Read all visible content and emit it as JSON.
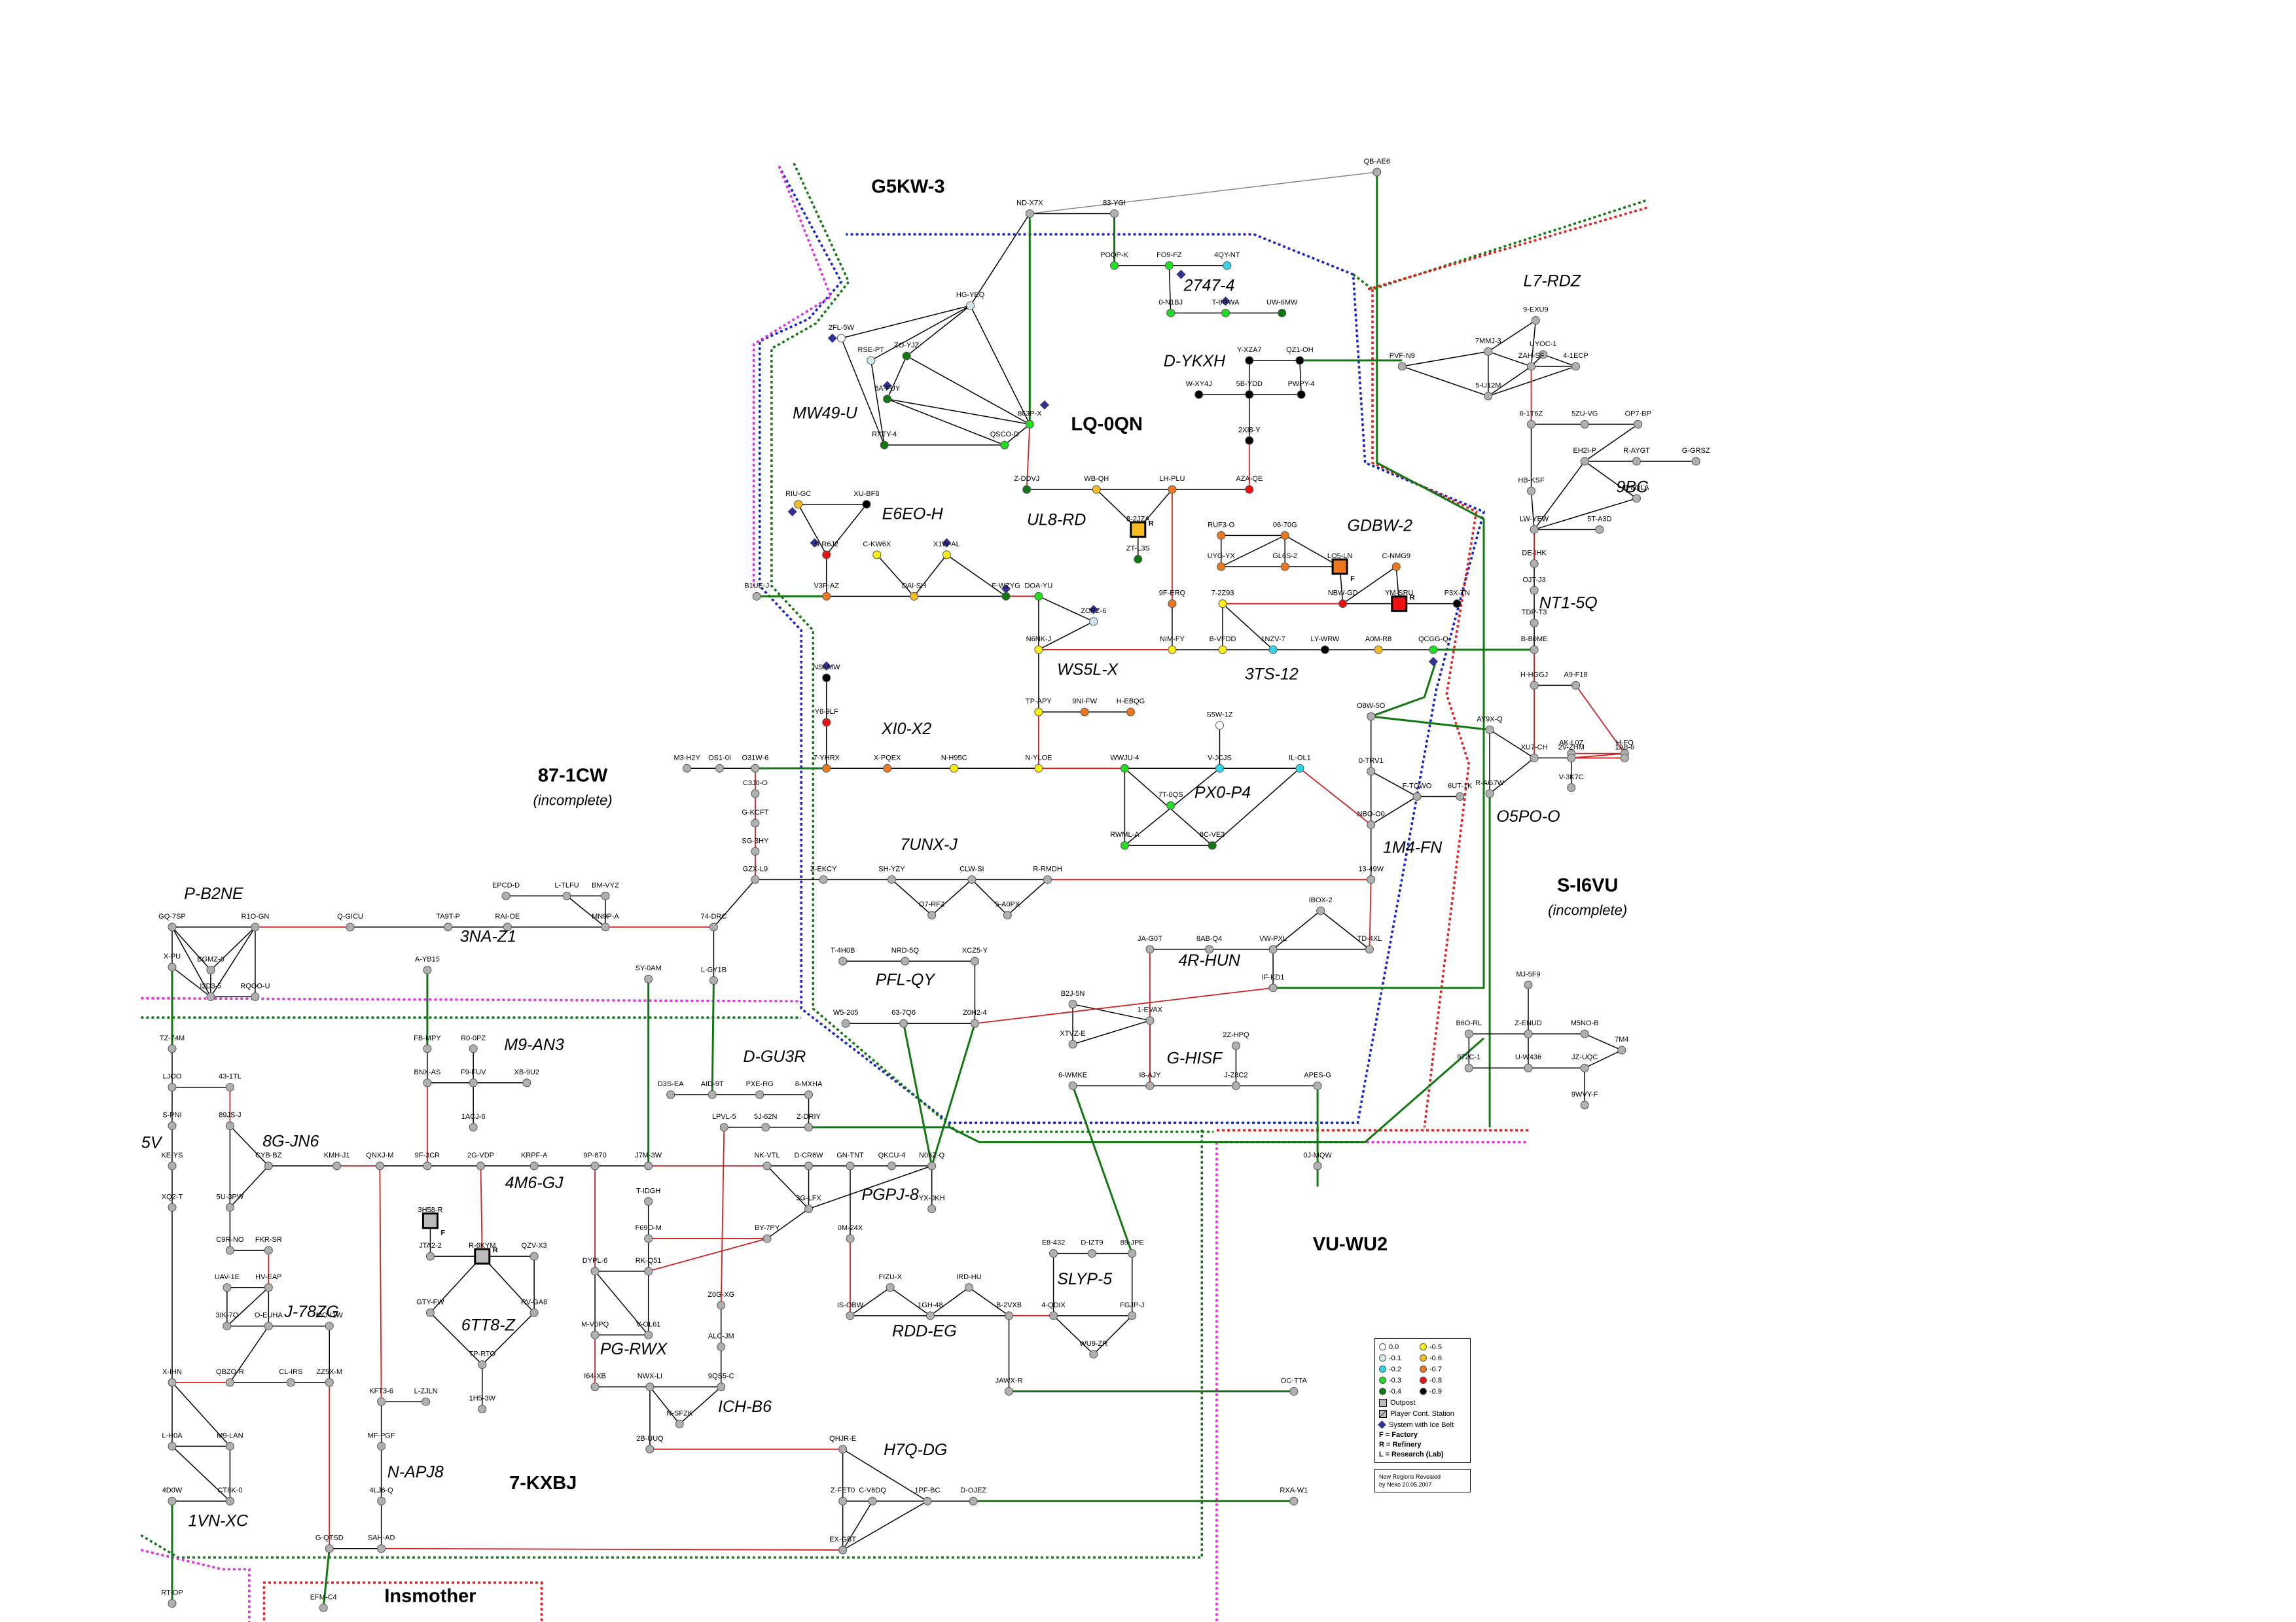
{
  "title": "New Regions Revealed",
  "credit": [
    "New Regions Revealed",
    "by Neko 20.05.2007"
  ],
  "regions": [
    {
      "id": "g5kw",
      "name": "G5KW-3",
      "sub": ""
    },
    {
      "id": "lq0qn",
      "name": "LQ-0QN",
      "sub": ""
    },
    {
      "id": "871cw",
      "name": "87-1CW",
      "sub": "(incomplete)"
    },
    {
      "id": "si6vu",
      "name": "S-I6VU",
      "sub": "(incomplete)"
    },
    {
      "id": "vuwu2",
      "name": "VU-WU2",
      "sub": ""
    },
    {
      "id": "7kxbj",
      "name": "7-KXBJ",
      "sub": ""
    },
    {
      "id": "insm",
      "name": "Insmother",
      "sub": ""
    }
  ],
  "constellations": [
    "MW49-U",
    "2747-4",
    "D-YKXH",
    "L7-RDZ",
    "UL8-RD",
    "E6EO-H",
    "GDBW-2",
    "9BC",
    "NT1-5Q",
    "WS5L-X",
    "3TS-12",
    "XI0-X2",
    "PX0-P4",
    "O5PO-O",
    "1M4-FN",
    "7UNX-J",
    "P-B2NE",
    "3NA-Z1",
    "PFL-QY",
    "4R-HUN",
    "M9-AN3",
    "D-GU3R",
    "G-HISF",
    "8G-JN6",
    "4M6-GJ",
    "PGPJ-8",
    "5V",
    "6TT8-Z",
    "SLYP-5",
    "J-78ZG",
    "PG-RWX",
    "RDD-EG",
    "ICH-B6",
    "N-APJ8",
    "H7Q-DG",
    "1VN-XC"
  ],
  "systems": [
    {
      "n": "ND-X7X",
      "sec": "none"
    },
    {
      "n": "83-YGI",
      "sec": "none"
    },
    {
      "n": "QB-AE6",
      "sec": "none"
    },
    {
      "n": "POQP-K",
      "sec": "-0.3"
    },
    {
      "n": "FO9-FZ",
      "sec": "-0.3"
    },
    {
      "n": "4QY-NT",
      "sec": "-0.2"
    },
    {
      "n": "0-N1BJ",
      "sec": "-0.3"
    },
    {
      "n": "T-8GWA",
      "sec": "-0.3"
    },
    {
      "n": "UW-6MW",
      "sec": "-0.4"
    },
    {
      "n": "HG-YEQ",
      "sec": "-0.1"
    },
    {
      "n": "2FL-5W",
      "sec": "0.0"
    },
    {
      "n": "RSE-PT",
      "sec": "-0.1"
    },
    {
      "n": "ZO-YJZ",
      "sec": "-0.4"
    },
    {
      "n": "6A-FUY",
      "sec": "-0.4"
    },
    {
      "n": "863P-X",
      "sec": "-0.3"
    },
    {
      "n": "RXTY-4",
      "sec": "-0.4"
    },
    {
      "n": "QSCO-D",
      "sec": "-0.3"
    },
    {
      "n": "Y-XZA7",
      "sec": "-0.9"
    },
    {
      "n": "QZ1-OH",
      "sec": "-0.9"
    },
    {
      "n": "W-XY4J",
      "sec": "-0.9"
    },
    {
      "n": "5B-YDD",
      "sec": "-0.9"
    },
    {
      "n": "PWPY-4",
      "sec": "-0.9"
    },
    {
      "n": "2XI8-Y",
      "sec": "-0.9"
    },
    {
      "n": "Z-DDVJ",
      "sec": "-0.4"
    },
    {
      "n": "WB-QH",
      "sec": "-0.6"
    },
    {
      "n": "LH-PLU",
      "sec": "-0.7"
    },
    {
      "n": "AZA-QE",
      "sec": "-0.8"
    },
    {
      "n": "8-2JZA",
      "sec": "-0.6"
    },
    {
      "n": "ZT-L3S",
      "sec": "-0.4"
    },
    {
      "n": "9-EXU9",
      "sec": "none"
    },
    {
      "n": "7MMJ-3",
      "sec": "none"
    },
    {
      "n": "UYOC-1",
      "sec": "none"
    },
    {
      "n": "PVF-N9",
      "sec": "none"
    },
    {
      "n": "ZAH-SF",
      "sec": "none"
    },
    {
      "n": "4-1ECP",
      "sec": "none"
    },
    {
      "n": "5-U12M",
      "sec": "none"
    },
    {
      "n": "6-1T6Z",
      "sec": "none"
    },
    {
      "n": "5ZU-VG",
      "sec": "none"
    },
    {
      "n": "OP7-BP",
      "sec": "none"
    },
    {
      "n": "EH2I-P",
      "sec": "none"
    },
    {
      "n": "R-AYGT",
      "sec": "none"
    },
    {
      "n": "G-GRSZ",
      "sec": "none"
    },
    {
      "n": "HB-KSF",
      "sec": "none"
    },
    {
      "n": "6-8QLA",
      "sec": "none"
    },
    {
      "n": "LW-YEW",
      "sec": "none"
    },
    {
      "n": "5T-A3D",
      "sec": "none"
    },
    {
      "n": "RIU-GC",
      "sec": "-0.6"
    },
    {
      "n": "XU-BF8",
      "sec": "-0.9"
    },
    {
      "n": "S-R6J2",
      "sec": "-0.8"
    },
    {
      "n": "C-KW6X",
      "sec": "-0.5"
    },
    {
      "n": "X1W-AL",
      "sec": "-0.5"
    },
    {
      "n": "B1UE-J",
      "sec": "none"
    },
    {
      "n": "V3P-AZ",
      "sec": "-0.7"
    },
    {
      "n": "DAI-SH",
      "sec": "-0.6"
    },
    {
      "n": "F-WZYG",
      "sec": "-0.4"
    },
    {
      "n": "DOA-YU",
      "sec": "-0.3"
    },
    {
      "n": "ZOPZ-6",
      "sec": "-0.1"
    },
    {
      "n": "N6NK-J",
      "sec": "-0.5"
    },
    {
      "n": "RUF3-O",
      "sec": "-0.7"
    },
    {
      "n": "06-70G",
      "sec": "-0.7"
    },
    {
      "n": "UYG-YX",
      "sec": "-0.7"
    },
    {
      "n": "GL6S-2",
      "sec": "-0.7"
    },
    {
      "n": "LO5-LN",
      "sec": "-0.7"
    },
    {
      "n": "C-NMG9",
      "sec": "-0.7"
    },
    {
      "n": "7-2Z93",
      "sec": "-0.5"
    },
    {
      "n": "NBW-GD",
      "sec": "-0.8"
    },
    {
      "n": "YM-SRU",
      "sec": "-0.8"
    },
    {
      "n": "P3X-TN",
      "sec": "-0.9"
    },
    {
      "n": "9F-ERQ",
      "sec": "-0.7"
    },
    {
      "n": "NIM-FY",
      "sec": "-0.5"
    },
    {
      "n": "B-VFDD",
      "sec": "-0.5"
    },
    {
      "n": "1NZV-7",
      "sec": "-0.2"
    },
    {
      "n": "LY-WRW",
      "sec": "-0.9"
    },
    {
      "n": "A0M-R8",
      "sec": "-0.6"
    },
    {
      "n": "QCGG-Q",
      "sec": "-0.3"
    },
    {
      "n": "DE-IHK",
      "sec": "none"
    },
    {
      "n": "OJT-J3",
      "sec": "none"
    },
    {
      "n": "TDP-T3",
      "sec": "none"
    },
    {
      "n": "B-B0ME",
      "sec": "none"
    },
    {
      "n": "H-HGGJ",
      "sec": "none"
    },
    {
      "n": "A9-F18",
      "sec": "none"
    },
    {
      "n": "NSI-MW",
      "sec": "-0.9"
    },
    {
      "n": "Y6-9LF",
      "sec": "-0.8"
    },
    {
      "n": "TP-APY",
      "sec": "-0.5"
    },
    {
      "n": "9NI-FW",
      "sec": "-0.7"
    },
    {
      "n": "H-EBQG",
      "sec": "-0.7"
    },
    {
      "n": "S5W-1Z",
      "sec": "0.0"
    },
    {
      "n": "O8W-5O",
      "sec": "none"
    },
    {
      "n": "AY9X-Q",
      "sec": "none"
    },
    {
      "n": "AK-L0Z",
      "sec": "none"
    },
    {
      "n": "H-FO",
      "sec": "none"
    },
    {
      "n": "XU7-CH",
      "sec": "none"
    },
    {
      "n": "2V-ZHM",
      "sec": "none"
    },
    {
      "n": "1A8-6",
      "sec": "none"
    },
    {
      "n": "R-AG7W",
      "sec": "none"
    },
    {
      "n": "V-3K7C",
      "sec": "none"
    },
    {
      "n": "M3-H2Y",
      "sec": "none"
    },
    {
      "n": "OS1-0I",
      "sec": "none"
    },
    {
      "n": "O31W-6",
      "sec": "none"
    },
    {
      "n": "7-YHRX",
      "sec": "-0.7"
    },
    {
      "n": "X-PQEX",
      "sec": "-0.7"
    },
    {
      "n": "N-H95C",
      "sec": "-0.5"
    },
    {
      "n": "N-YLOE",
      "sec": "-0.5"
    },
    {
      "n": "WWJU-4",
      "sec": "-0.3"
    },
    {
      "n": "V-JCJS",
      "sec": "-0.2"
    },
    {
      "n": "IL-OL1",
      "sec": "-0.2"
    },
    {
      "n": "7T-0QS",
      "sec": "-0.3"
    },
    {
      "n": "RWML-A",
      "sec": "-0.3"
    },
    {
      "n": "8C-VE3",
      "sec": "-0.4"
    },
    {
      "n": "0-TRV1",
      "sec": "none"
    },
    {
      "n": "F-TQWO",
      "sec": "none"
    },
    {
      "n": "6UT-1K",
      "sec": "none"
    },
    {
      "n": "NBO-O0",
      "sec": "none"
    },
    {
      "n": "C3J0-O",
      "sec": "none"
    },
    {
      "n": "G-KCFT",
      "sec": "none"
    },
    {
      "n": "SG-3HY",
      "sec": "none"
    },
    {
      "n": "GZX-L9",
      "sec": "none"
    },
    {
      "n": "Z-EKCY",
      "sec": "none"
    },
    {
      "n": "SH-YZY",
      "sec": "none"
    },
    {
      "n": "CLW-SI",
      "sec": "none"
    },
    {
      "n": "R-RMDH",
      "sec": "none"
    },
    {
      "n": "O7-RFZ",
      "sec": "none"
    },
    {
      "n": "5-A0PX",
      "sec": "none"
    },
    {
      "n": "13-49W",
      "sec": "none"
    },
    {
      "n": "GQ-7SP",
      "sec": "none"
    },
    {
      "n": "R1O-GN",
      "sec": "none"
    },
    {
      "n": "BGMZ-0",
      "sec": "none"
    },
    {
      "n": "I2D3-5",
      "sec": "none"
    },
    {
      "n": "RQOO-U",
      "sec": "none"
    },
    {
      "n": "Q-GICU",
      "sec": "none"
    },
    {
      "n": "TA9T-P",
      "sec": "none"
    },
    {
      "n": "RAI-OE",
      "sec": "none"
    },
    {
      "n": "EPCD-D",
      "sec": "none"
    },
    {
      "n": "L-TLFU",
      "sec": "none"
    },
    {
      "n": "BM-VYZ",
      "sec": "none"
    },
    {
      "n": "MN9P-A",
      "sec": "none"
    },
    {
      "n": "74-DRC",
      "sec": "none"
    },
    {
      "n": "A-YB15",
      "sec": "none"
    },
    {
      "n": "SY-0AM",
      "sec": "none"
    },
    {
      "n": "L-GY1B",
      "sec": "none"
    },
    {
      "n": "T-4H0B",
      "sec": "none"
    },
    {
      "n": "NRD-5Q",
      "sec": "none"
    },
    {
      "n": "XCZ5-Y",
      "sec": "none"
    },
    {
      "n": "W5-205",
      "sec": "none"
    },
    {
      "n": "63-7Q6",
      "sec": "none"
    },
    {
      "n": "Z0H2-4",
      "sec": "none"
    },
    {
      "n": "JA-G0T",
      "sec": "none"
    },
    {
      "n": "8AB-Q4",
      "sec": "none"
    },
    {
      "n": "IBOX-2",
      "sec": "none"
    },
    {
      "n": "VW-PXL",
      "sec": "none"
    },
    {
      "n": "TD-4XL",
      "sec": "none"
    },
    {
      "n": "IF-KD1",
      "sec": "none"
    },
    {
      "n": "MJ-5F9",
      "sec": "none"
    },
    {
      "n": "Z-ENUD",
      "sec": "none"
    },
    {
      "n": "M5NO-B",
      "sec": "none"
    },
    {
      "n": "972C-1",
      "sec": "none"
    },
    {
      "n": "U-W436",
      "sec": "none"
    },
    {
      "n": "JZ-UQC",
      "sec": "none"
    },
    {
      "n": "9WVY-F",
      "sec": "none"
    },
    {
      "n": "7M4",
      "sec": "none"
    },
    {
      "n": "B6O-RL",
      "sec": "none"
    },
    {
      "n": "TZ-74M",
      "sec": "none"
    },
    {
      "n": "FB-MPY",
      "sec": "none"
    },
    {
      "n": "R0-0PZ",
      "sec": "none"
    },
    {
      "n": "BNX-AS",
      "sec": "none"
    },
    {
      "n": "F9-FUV",
      "sec": "none"
    },
    {
      "n": "XB-9U2",
      "sec": "none"
    },
    {
      "n": "1ACJ-6",
      "sec": "none"
    },
    {
      "n": "LJOO",
      "sec": "none"
    },
    {
      "n": "43-1TL",
      "sec": "none"
    },
    {
      "n": "D3S-EA",
      "sec": "none"
    },
    {
      "n": "AID-9T",
      "sec": "none"
    },
    {
      "n": "PXE-RG",
      "sec": "none"
    },
    {
      "n": "8-MXHA",
      "sec": "none"
    },
    {
      "n": "LPVL-5",
      "sec": "none"
    },
    {
      "n": "5J-62N",
      "sec": "none"
    },
    {
      "n": "Z-DRIY",
      "sec": "none"
    },
    {
      "n": "B2J-5N",
      "sec": "none"
    },
    {
      "n": "XTVZ-E",
      "sec": "none"
    },
    {
      "n": "1-EVAX",
      "sec": "none"
    },
    {
      "n": "2Z-HPQ",
      "sec": "none"
    },
    {
      "n": "6-WMKE",
      "sec": "none"
    },
    {
      "n": "I8-AJY",
      "sec": "none"
    },
    {
      "n": "J-Z8C2",
      "sec": "none"
    },
    {
      "n": "APES-G",
      "sec": "none"
    },
    {
      "n": "0J-MQW",
      "sec": "none"
    },
    {
      "n": "89JS-J",
      "sec": "none"
    },
    {
      "n": "CYB-BZ",
      "sec": "none"
    },
    {
      "n": "5U-3PW",
      "sec": "none"
    },
    {
      "n": "KMH-J1",
      "sec": "none"
    },
    {
      "n": "QNXJ-M",
      "sec": "none"
    },
    {
      "n": "9F-3CR",
      "sec": "none"
    },
    {
      "n": "2G-VDP",
      "sec": "none"
    },
    {
      "n": "KRPF-A",
      "sec": "none"
    },
    {
      "n": "9P-870",
      "sec": "none"
    },
    {
      "n": "J7M-3W",
      "sec": "none"
    },
    {
      "n": "NK-VTL",
      "sec": "none"
    },
    {
      "n": "D-CR6W",
      "sec": "none"
    },
    {
      "n": "GN-TNT",
      "sec": "none"
    },
    {
      "n": "QKCU-4",
      "sec": "none"
    },
    {
      "n": "N06Z-Q",
      "sec": "none"
    },
    {
      "n": "3G-LFX",
      "sec": "none"
    },
    {
      "n": "YX-0KH",
      "sec": "none"
    },
    {
      "n": "T-IDGH",
      "sec": "none"
    },
    {
      "n": "3H58-R",
      "sec": "none"
    },
    {
      "n": "C9R-NO",
      "sec": "none"
    },
    {
      "n": "FKR-SR",
      "sec": "none"
    },
    {
      "n": "JTA2-2",
      "sec": "none"
    },
    {
      "n": "R-6KYM",
      "sec": "none"
    },
    {
      "n": "QZV-X3",
      "sec": "none"
    },
    {
      "n": "F69O-M",
      "sec": "none"
    },
    {
      "n": "BY-7PY",
      "sec": "none"
    },
    {
      "n": "0M-24X",
      "sec": "none"
    },
    {
      "n": "UAV-1E",
      "sec": "none"
    },
    {
      "n": "HV-EAP",
      "sec": "none"
    },
    {
      "n": "3IK-7O",
      "sec": "none"
    },
    {
      "n": "O-EUHA",
      "sec": "none"
    },
    {
      "n": "MO-I1W",
      "sec": "none"
    },
    {
      "n": "GTY-FW",
      "sec": "none"
    },
    {
      "n": "RV-GA8",
      "sec": "none"
    },
    {
      "n": "TP-RTO",
      "sec": "none"
    },
    {
      "n": "1H5-3W",
      "sec": "none"
    },
    {
      "n": "DYPL-6",
      "sec": "none"
    },
    {
      "n": "RK-Q51",
      "sec": "none"
    },
    {
      "n": "M-V0PQ",
      "sec": "none"
    },
    {
      "n": "V-OL61",
      "sec": "none"
    },
    {
      "n": "I64-XB",
      "sec": "none"
    },
    {
      "n": "NWX-LI",
      "sec": "none"
    },
    {
      "n": "9QS5-C",
      "sec": "none"
    },
    {
      "n": "N-SFZK",
      "sec": "none"
    },
    {
      "n": "Z0G-XG",
      "sec": "none"
    },
    {
      "n": "ALC-JM",
      "sec": "none"
    },
    {
      "n": "IS-OBW",
      "sec": "none"
    },
    {
      "n": "FIZU-X",
      "sec": "none"
    },
    {
      "n": "1GH-48",
      "sec": "none"
    },
    {
      "n": "IRD-HU",
      "sec": "none"
    },
    {
      "n": "B-2VXB",
      "sec": "none"
    },
    {
      "n": "E8-432",
      "sec": "none"
    },
    {
      "n": "D-IZT9",
      "sec": "none"
    },
    {
      "n": "89-JPE",
      "sec": "none"
    },
    {
      "n": "4-QDIX",
      "sec": "none"
    },
    {
      "n": "FGJP-J",
      "sec": "none"
    },
    {
      "n": "WU9-ZR",
      "sec": "none"
    },
    {
      "n": "JAWX-R",
      "sec": "none"
    },
    {
      "n": "OC-TTA",
      "sec": "none"
    },
    {
      "n": "QBZO-R",
      "sec": "none"
    },
    {
      "n": "CL-IRS",
      "sec": "none"
    },
    {
      "n": "ZZ5X-M",
      "sec": "none"
    },
    {
      "n": "KFT3-6",
      "sec": "none"
    },
    {
      "n": "L-ZJLN",
      "sec": "none"
    },
    {
      "n": "MF-PGF",
      "sec": "none"
    },
    {
      "n": "4LJ6-Q",
      "sec": "none"
    },
    {
      "n": "G-QTSD",
      "sec": "none"
    },
    {
      "n": "SAH-AD",
      "sec": "none"
    },
    {
      "n": "EFM-C4",
      "sec": "none"
    },
    {
      "n": "2B-UUQ",
      "sec": "none"
    },
    {
      "n": "QHJR-E",
      "sec": "none"
    },
    {
      "n": "Z-FET0",
      "sec": "none"
    },
    {
      "n": "C-V6DQ",
      "sec": "none"
    },
    {
      "n": "EX-GBT",
      "sec": "none"
    },
    {
      "n": "1PF-BC",
      "sec": "none"
    },
    {
      "n": "D-OJEZ",
      "sec": "none"
    },
    {
      "n": "RXA-W1",
      "sec": "none"
    },
    {
      "n": "X-IHN",
      "sec": "none"
    },
    {
      "n": "M9-LAN",
      "sec": "none"
    },
    {
      "n": "L-H0A",
      "sec": "none"
    },
    {
      "n": "4D0W",
      "sec": "none"
    },
    {
      "n": "CT8K-0",
      "sec": "none"
    },
    {
      "n": "RT-OP",
      "sec": "none"
    },
    {
      "n": "S-PNI",
      "sec": "none"
    },
    {
      "n": "KE-YS",
      "sec": "none"
    },
    {
      "n": "XQ2-T",
      "sec": "none"
    },
    {
      "n": "X-PU",
      "sec": "none"
    }
  ],
  "stations": [
    {
      "n": "8-2JZA",
      "type": "R"
    },
    {
      "n": "LO5-LN",
      "type": "F"
    },
    {
      "n": "YM-SRU",
      "type": "R"
    },
    {
      "n": "3H58-R",
      "type": "F"
    },
    {
      "n": "R-6KYM",
      "type": "R"
    }
  ],
  "legend": {
    "security": [
      {
        "label": "0.0",
        "color": "#ffffff"
      },
      {
        "label": "-0.1",
        "color": "#cfe8ee"
      },
      {
        "label": "-0.2",
        "color": "#33d6e6"
      },
      {
        "label": "-0.3",
        "color": "#22dd22"
      },
      {
        "label": "-0.4",
        "color": "#117711"
      },
      {
        "label": "-0.5",
        "color": "#ffee11"
      },
      {
        "label": "-0.6",
        "color": "#f4bb22"
      },
      {
        "label": "-0.7",
        "color": "#ee7722"
      },
      {
        "label": "-0.8",
        "color": "#ee1111"
      },
      {
        "label": "-0.9",
        "color": "#000000"
      }
    ],
    "outpost": "Outpost",
    "player_station": "Player Cont. Station",
    "ice_belt": "System with Ice Belt",
    "factory": "F = Factory",
    "refinery": "R = Refinery",
    "research": "L = Research (Lab)"
  },
  "colors": {
    "unknown": "#b0b0b0",
    "ice": "#33338f",
    "border_blue": "#1122cc",
    "border_green": "#117711",
    "border_red": "#dd2222",
    "border_magenta": "#dd33dd",
    "jump_green": "#117711",
    "jump_red": "#cc2222"
  }
}
